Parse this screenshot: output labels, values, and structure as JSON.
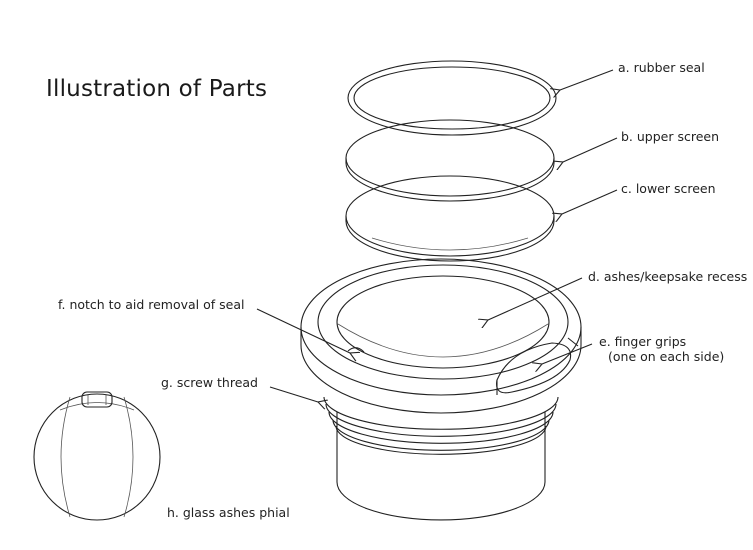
{
  "title": "Illustration of Parts",
  "parts": {
    "a": "a. rubber seal",
    "b": "b. upper screen",
    "c": "c. lower screen",
    "d": "d. ashes/keepsake recess",
    "e_line1": "e. finger grips",
    "e_line2": "(one on each side)",
    "f": "f. notch to aid removal of seal",
    "g": "g. screw thread",
    "h": "h. glass ashes phial"
  }
}
